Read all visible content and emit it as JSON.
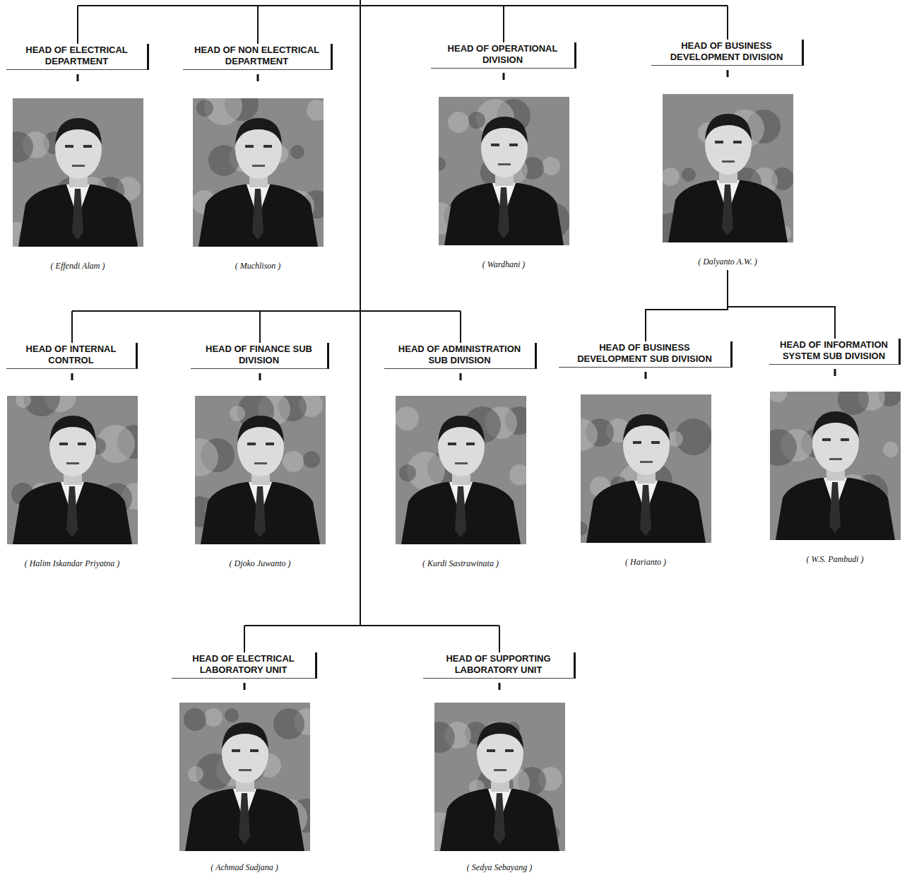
{
  "diagram": {
    "nodes": [
      {
        "text": [
          "HEAD OF ELECTRICAL DEPARTMENT",
          "( Effendi Alam )"
        ]
      },
      {
        "text": [
          "HEAD OF NON ELECTRICAL DEPARTMENT",
          "( Muchlison )"
        ]
      },
      {
        "text": [
          "HEAD OF OPERATIONAL DIVISION",
          "( Wardhani )"
        ]
      },
      {
        "text": [
          "HEAD OF BUSINESS DEVELOPMENT DIVISION",
          "( Dalyanto A.W. )"
        ]
      },
      {
        "text": [
          "HEAD OF INTERNAL CONTROL",
          "( Halim Iskandar Priyatna )"
        ]
      },
      {
        "text": [
          "HEAD OF FINANCE SUB DIVISION",
          "( Djoko Juwanto )"
        ]
      },
      {
        "text": [
          "HEAD OF ADMINISTRATION SUB DIVISION",
          "( Kurdi Sastrawinata )"
        ]
      },
      {
        "text": [
          "HEAD OF BUSINESS DEVELOPMENT SUB DIVISION",
          "( Harianto )"
        ]
      },
      {
        "text": [
          "HEAD OF INFORMATION SYSTEM SUB DIVISION",
          "( W.S. Pambudi )"
        ]
      },
      {
        "text": [
          "HEAD OF ELECTRICAL LABORATORY UNIT",
          "( Achmad Sudjana )"
        ]
      },
      {
        "text": [
          "HEAD OF SUPPORTING LABORATORY UNIT",
          "( Sedya Sebayang )"
        ]
      }
    ],
    "edges": [
      {
        "from": 3,
        "to": 7,
        "arrow": "none"
      },
      {
        "from": 3,
        "to": 8,
        "arrow": "none"
      }
    ]
  }
}
